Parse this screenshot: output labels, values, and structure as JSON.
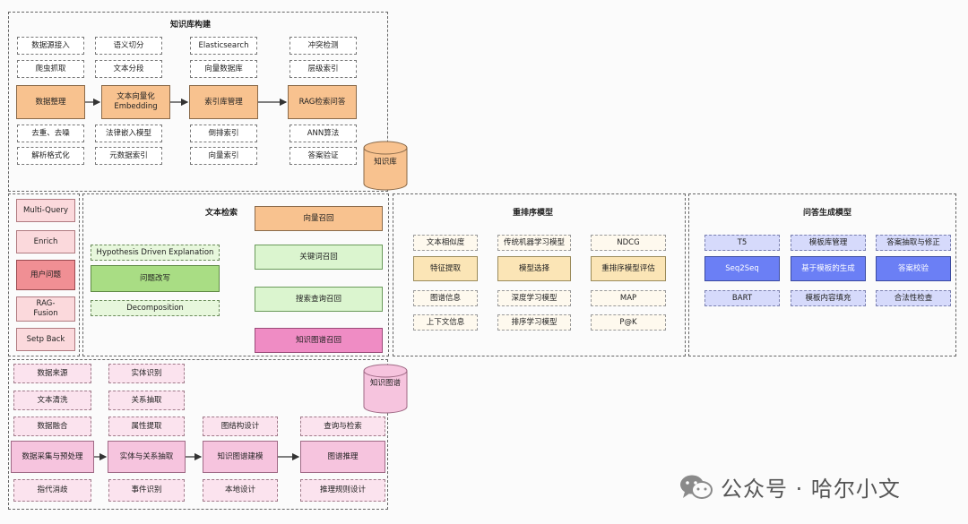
{
  "kb": {
    "title": "知识库构建",
    "row1": [
      "数据源接入",
      "语义切分",
      "Elasticsearch",
      "冲突检测"
    ],
    "row2": [
      "爬虫抓取",
      "文本分段",
      "向量数据库",
      "层级索引"
    ],
    "main": [
      "数据整理",
      "文本向量化\nEmbedding",
      "索引库管理",
      "RAG检索问答"
    ],
    "row4": [
      "去重、去噪",
      "法律嵌入模型",
      "倒排索引",
      "ANN算法"
    ],
    "row5": [
      "解析格式化",
      "元数据索引",
      "向量索引",
      "答案验证"
    ],
    "db_label": "知识库"
  },
  "left": {
    "items": [
      "Multi-Query",
      "Enrich",
      "用户问题",
      "RAG-\nFusion",
      "Setp Back"
    ]
  },
  "retrieval": {
    "title": "文本检索",
    "hyp": "Hypothesis Driven Explanation",
    "rewrite": "问题改写",
    "decomp": "Decomposition",
    "recall": [
      "向量召回",
      "关键词召回",
      "搜索查询召回",
      "知识图谱召回"
    ]
  },
  "rerank": {
    "title": "重排序模型",
    "row1": [
      "文本相似度",
      "传统机器学习模型",
      "NDCG"
    ],
    "main": [
      "特征提取",
      "模型选择",
      "重排序模型评估"
    ],
    "row3": [
      "图谱信息",
      "深度学习模型",
      "MAP"
    ],
    "row4": [
      "上下文信息",
      "排序学习模型",
      "P@K"
    ]
  },
  "qa": {
    "title": "问答生成模型",
    "row1": [
      "T5",
      "模板库管理",
      "答案抽取与修正"
    ],
    "main": [
      "Seq2Seq",
      "基于模板的生成",
      "答案校验"
    ],
    "row3": [
      "BART",
      "模板内容填充",
      "合法性检查"
    ]
  },
  "kg": {
    "db_label": "知识图谱",
    "col1": [
      "数据来源",
      "文本清洗",
      "数据融合"
    ],
    "col2": [
      "实体识别",
      "关系抽取",
      "属性提取"
    ],
    "col3top": "图结构设计",
    "col4top": "查询与检索",
    "main": [
      "数据采集与预处理",
      "实体与关系抽取",
      "知识图谱建模",
      "图谱推理"
    ],
    "bottom": [
      "指代消歧",
      "事件识别",
      "本地设计",
      "推理规则设计"
    ]
  },
  "watermark": "公众号 · 哈尔小文"
}
